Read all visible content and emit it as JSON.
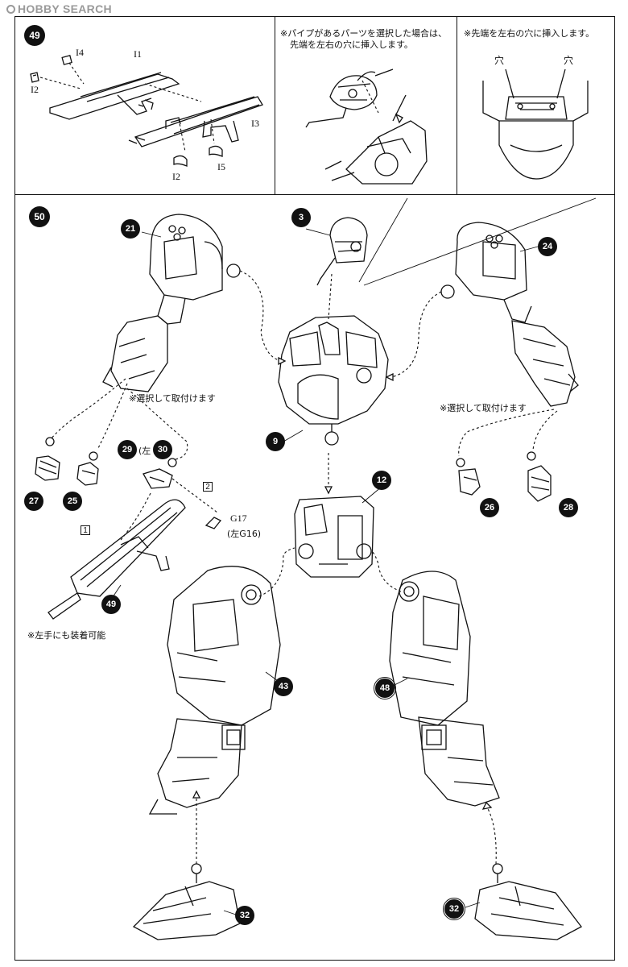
{
  "watermark": {
    "text": "HOBBY SEARCH"
  },
  "step49": {
    "number": "49",
    "parts": {
      "i4": "I4",
      "i1": "I1",
      "i2a": "I2",
      "i3": "I3",
      "i2b": "I2",
      "i5": "I5"
    }
  },
  "note_pipe": {
    "line1": "※パイプがあるパーツを選択した場合は、",
    "line2": "先端を左右の穴に挿入します。"
  },
  "note_insert": {
    "text": "※先端を左右の穴に挿入します。",
    "hole_left": "穴",
    "hole_right": "穴"
  },
  "step50": {
    "number": "50",
    "parts": {
      "p21": "21",
      "p3": "3",
      "p24": "24",
      "p9": "9",
      "p12": "12",
      "p27": "27",
      "p25": "25",
      "p29": "29",
      "p30": "30",
      "p26": "26",
      "p28": "28",
      "p49": "49",
      "p43": "43",
      "p48": "48",
      "p32a": "32",
      "p32b": "32"
    },
    "select_left": "※選択して取付けます",
    "select_right": "※選択して取付けます",
    "left_prefix": "(左",
    "box1": "1",
    "box2": "2",
    "g17": "G17",
    "g16": "(左G16)",
    "left_hand_note": "※左手にも装着可能"
  }
}
